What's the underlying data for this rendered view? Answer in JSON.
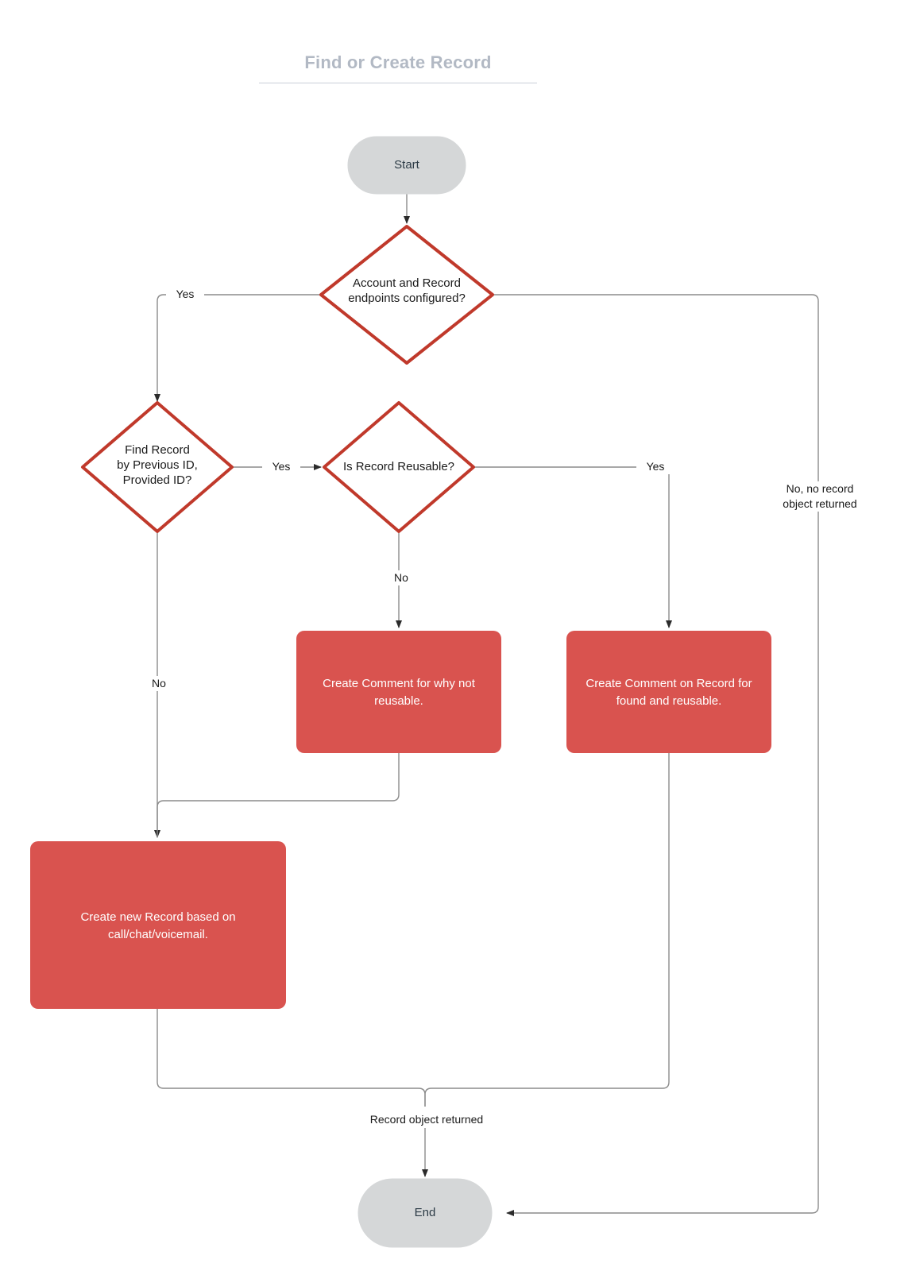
{
  "diagram": {
    "title": "Find or Create Record",
    "type": "flowchart",
    "colors": {
      "title": "#b2b9c4",
      "terminal_fill": "#d5d7d8",
      "terminal_text": "#2b3a45",
      "decision_stroke": "#c0392b",
      "decision_fill": "#ffffff",
      "process_fill": "#d9534f",
      "process_text": "#ffffff",
      "edge_stroke": "#8c8c8c",
      "arrow_fill": "#2b2b2b",
      "background": "#ffffff"
    },
    "nodes": [
      {
        "id": "start",
        "shape": "terminal",
        "label": "Start"
      },
      {
        "id": "endpoints",
        "shape": "decision",
        "label": "Account and Record\nendpoints configured?"
      },
      {
        "id": "find-record",
        "shape": "decision",
        "label": "Find Record\nby Previous ID,\nProvided ID?"
      },
      {
        "id": "reusable",
        "shape": "decision",
        "label": "Is Record Reusable?"
      },
      {
        "id": "comment-why-not",
        "shape": "process",
        "label": "Create Comment for why not\nreusable."
      },
      {
        "id": "comment-found",
        "shape": "process",
        "label": "Create Comment on Record for\nfound and reusable."
      },
      {
        "id": "create-record",
        "shape": "process",
        "label": "Create new Record based on\ncall/chat/voicemail."
      },
      {
        "id": "end",
        "shape": "terminal",
        "label": "End"
      }
    ],
    "edges": [
      {
        "id": "start-to-endpoints",
        "from": "start",
        "to": "endpoints",
        "label": ""
      },
      {
        "id": "endpoints-yes",
        "from": "endpoints",
        "to": "find-record",
        "label": "Yes"
      },
      {
        "id": "endpoints-no",
        "from": "endpoints",
        "to": "end",
        "label": "No, no record\nobject returned"
      },
      {
        "id": "find-record-yes",
        "from": "find-record",
        "to": "reusable",
        "label": "Yes"
      },
      {
        "id": "find-record-no",
        "from": "find-record",
        "to": "create-record",
        "label": "No"
      },
      {
        "id": "reusable-no",
        "from": "reusable",
        "to": "comment-why-not",
        "label": "No"
      },
      {
        "id": "reusable-yes",
        "from": "reusable",
        "to": "comment-found",
        "label": "Yes"
      },
      {
        "id": "comment-why-not-to-create",
        "from": "comment-why-not",
        "to": "create-record",
        "label": ""
      },
      {
        "id": "create-record-to-end",
        "from": "create-record",
        "to": "end",
        "label": "Record object returned"
      },
      {
        "id": "comment-found-to-end",
        "from": "comment-found",
        "to": "end",
        "label": ""
      }
    ],
    "edge_labels": {
      "endpoints_yes": "Yes",
      "endpoints_no": "No, no record\nobject returned",
      "find_record_yes": "Yes",
      "find_record_no": "No",
      "reusable_no": "No",
      "reusable_yes": "Yes",
      "record_returned": "Record object returned"
    }
  }
}
